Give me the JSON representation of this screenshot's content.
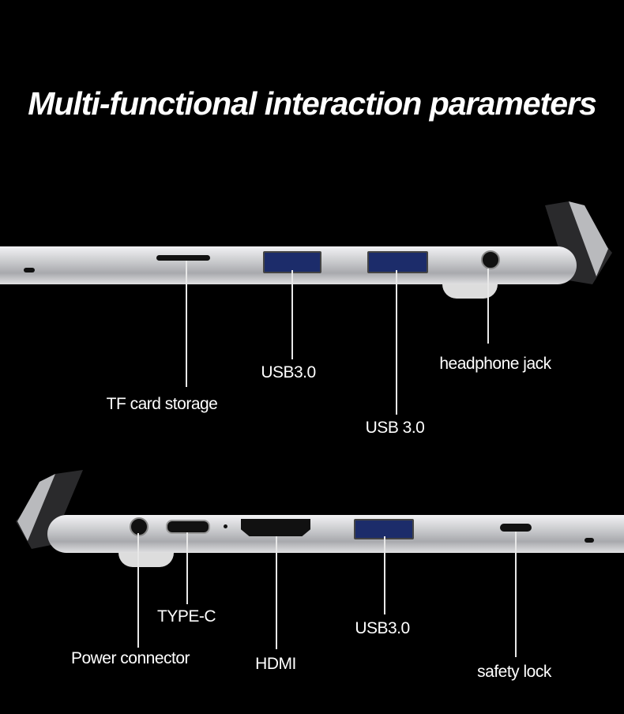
{
  "title": "Multi-functional interaction parameters",
  "top_labels": {
    "usb1": "USB3.0",
    "tf": "TF card storage",
    "usb2": "USB 3.0",
    "headphone": "headphone jack"
  },
  "bottom_labels": {
    "typec": "TYPE-C",
    "power": "Power connector",
    "hdmi": "HDMI",
    "usb": "USB3.0",
    "lock": "safety lock"
  }
}
